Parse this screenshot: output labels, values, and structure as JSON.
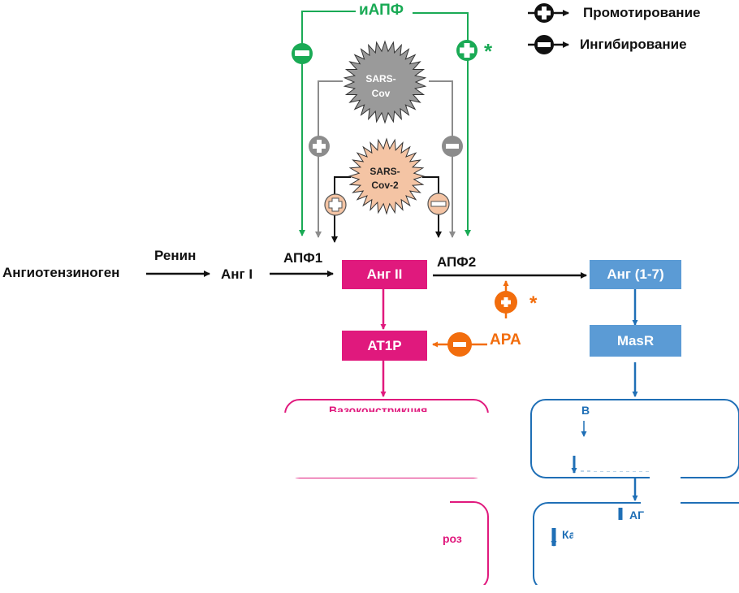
{
  "colors": {
    "green": "#1aaa55",
    "gray": "#8c8c8c",
    "peach": "#f4c4a4",
    "pink": "#e0197d",
    "blue": "#1f6fb6",
    "light_blue": "#5b9bd5",
    "orange": "#f26d0d",
    "black": "#111111"
  },
  "legend": {
    "items": [
      {
        "icon": "plus-circle-icon",
        "label": "Промотирование"
      },
      {
        "icon": "minus-circle-icon",
        "label": "Ингибирование"
      }
    ]
  },
  "inhibitor": {
    "label": "иАПФ",
    "left_effect": "minus",
    "right_effect": "plus",
    "right_marker": "*"
  },
  "viruses": [
    {
      "label_line1": "SARS-",
      "label_line2": "Cov",
      "left_effect": "plus",
      "right_effect": "minus"
    },
    {
      "label_line1": "SARS-",
      "label_line2": "Cov-2",
      "left_effect": "plus",
      "right_effect": "minus"
    }
  ],
  "pathway": {
    "substrate": "Ангиотензиноген",
    "enzyme1": "Ренин",
    "ang1": "Анг I",
    "enzyme2": "АПФ1",
    "ang2": "Анг II",
    "enzyme3": "АПФ2",
    "ang17": "Анг (1-7)",
    "receptor1": "AT1P",
    "receptor2": "MasR"
  },
  "arb": {
    "label": "APA",
    "effect": "minus",
    "ace2_effect": "plus",
    "ace2_marker": "*"
  },
  "effects": {
    "pink_box1_partial": "Вазоконстрикция",
    "pink_box2_partial": "роз",
    "blue_box1_partial": "Вазодилатация",
    "blue_box2_partial_a": "АГ",
    "blue_box2_partial_b": "Ка"
  }
}
